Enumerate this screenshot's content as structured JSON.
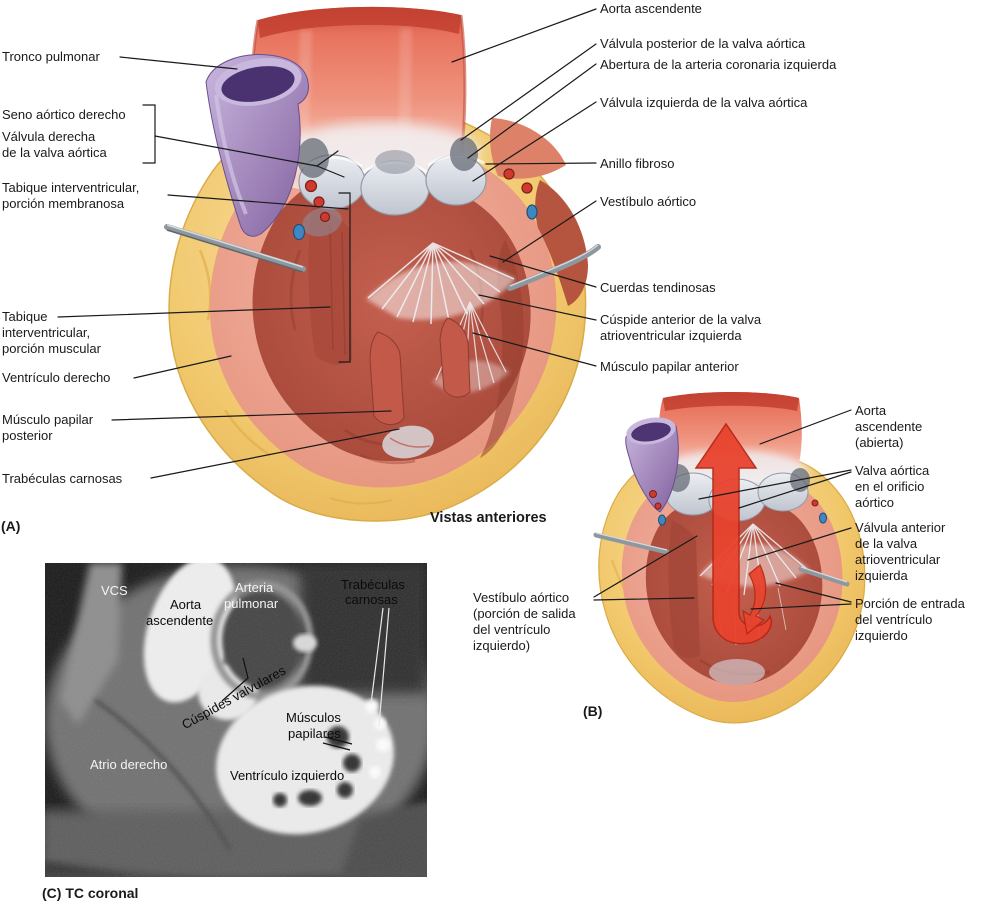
{
  "figure": {
    "panelA": {
      "tag": "(A)",
      "caption": "Vistas anteriores",
      "left_labels": {
        "tronco_pulmonar": "Tronco pulmonar",
        "seno_aortico_derecho": "Seno aórtico derecho",
        "valvula_derecha_l1": "Válvula derecha",
        "valvula_derecha_l2": "de la valva aórtica",
        "tabique_membranoso_l1": "Tabique interventricular,",
        "tabique_membranoso_l2": "porción membranosa",
        "tabique_muscular_l1": "Tabique",
        "tabique_muscular_l2": "interventricular,",
        "tabique_muscular_l3": "porción muscular",
        "ventriculo_derecho": "Ventrículo derecho",
        "musculo_papilar_posterior_l1": "Músculo papilar",
        "musculo_papilar_posterior_l2": "posterior",
        "trabeculas_carnosas": "Trabéculas carnosas"
      },
      "right_labels": {
        "aorta_ascendente": "Aorta ascendente",
        "valvula_posterior": "Válvula posterior de la valva aórtica",
        "abertura_coronaria": "Abertura de la arteria coronaria izquierda",
        "valvula_izquierda": "Válvula izquierda de la valva aórtica",
        "anillo_fibroso": "Anillo fibroso",
        "vestibulo_aortico": "Vestíbulo aórtico",
        "cuerdas_tendinosas": "Cuerdas tendinosas",
        "cuspide_anterior_l1": "Cúspide anterior de la valva",
        "cuspide_anterior_l2": "atrioventricular izquierda",
        "musculo_papilar_anterior": "Músculo papilar anterior"
      }
    },
    "panelB": {
      "tag": "(B)",
      "right_labels": {
        "aorta_l1": "Aorta",
        "aorta_l2": "ascendente",
        "aorta_l3": "(abierta)",
        "valva_l1": "Valva aórtica",
        "valva_l2": "en el orificio",
        "valva_l3": "aórtico",
        "valvula_anterior_l1": "Válvula anterior",
        "valvula_anterior_l2": "de la valva",
        "valvula_anterior_l3": "atrioventricular",
        "valvula_anterior_l4": "izquierda",
        "porcion_entrada_l1": "Porción de entrada",
        "porcion_entrada_l2": "del ventrículo",
        "porcion_entrada_l3": "izquierdo"
      },
      "left_labels": {
        "vestibulo_l1": "Vestíbulo aórtico",
        "vestibulo_l2": "(porción de salida",
        "vestibulo_l3": "del ventrículo",
        "vestibulo_l4": "izquierdo)"
      }
    },
    "panelC": {
      "tag": "(C) TC coronal",
      "labels": {
        "vcs": "VCS",
        "aorta_l1": "Aorta",
        "aorta_l2": "ascendente",
        "arteria_l1": "Arteria",
        "arteria_l2": "pulmonar",
        "trabeculas_l1": "Trabéculas",
        "trabeculas_l2": "carnosas",
        "cuspides": "Cúspides valvulares",
        "musculos_l1": "Músculos",
        "musculos_l2": "papilares",
        "atrio_derecho": "Atrio derecho",
        "ventriculo_izquierdo": "Ventrículo izquierdo"
      }
    },
    "colors": {
      "aorta_red": "#e8745f",
      "aorta_rim": "#c2402f",
      "myocardium_pink": "#eb9d8a",
      "fat_yellow": "#f1c76a",
      "cavity_red": "#b5544a",
      "pulmonary_purple": "#9579b5",
      "valve_gray": "#ccd1da",
      "flow_arrow_red": "#e8432e",
      "leader_line": "#1a1a1a",
      "ct_background": "#161616",
      "ct_bright": "#ededed"
    }
  }
}
